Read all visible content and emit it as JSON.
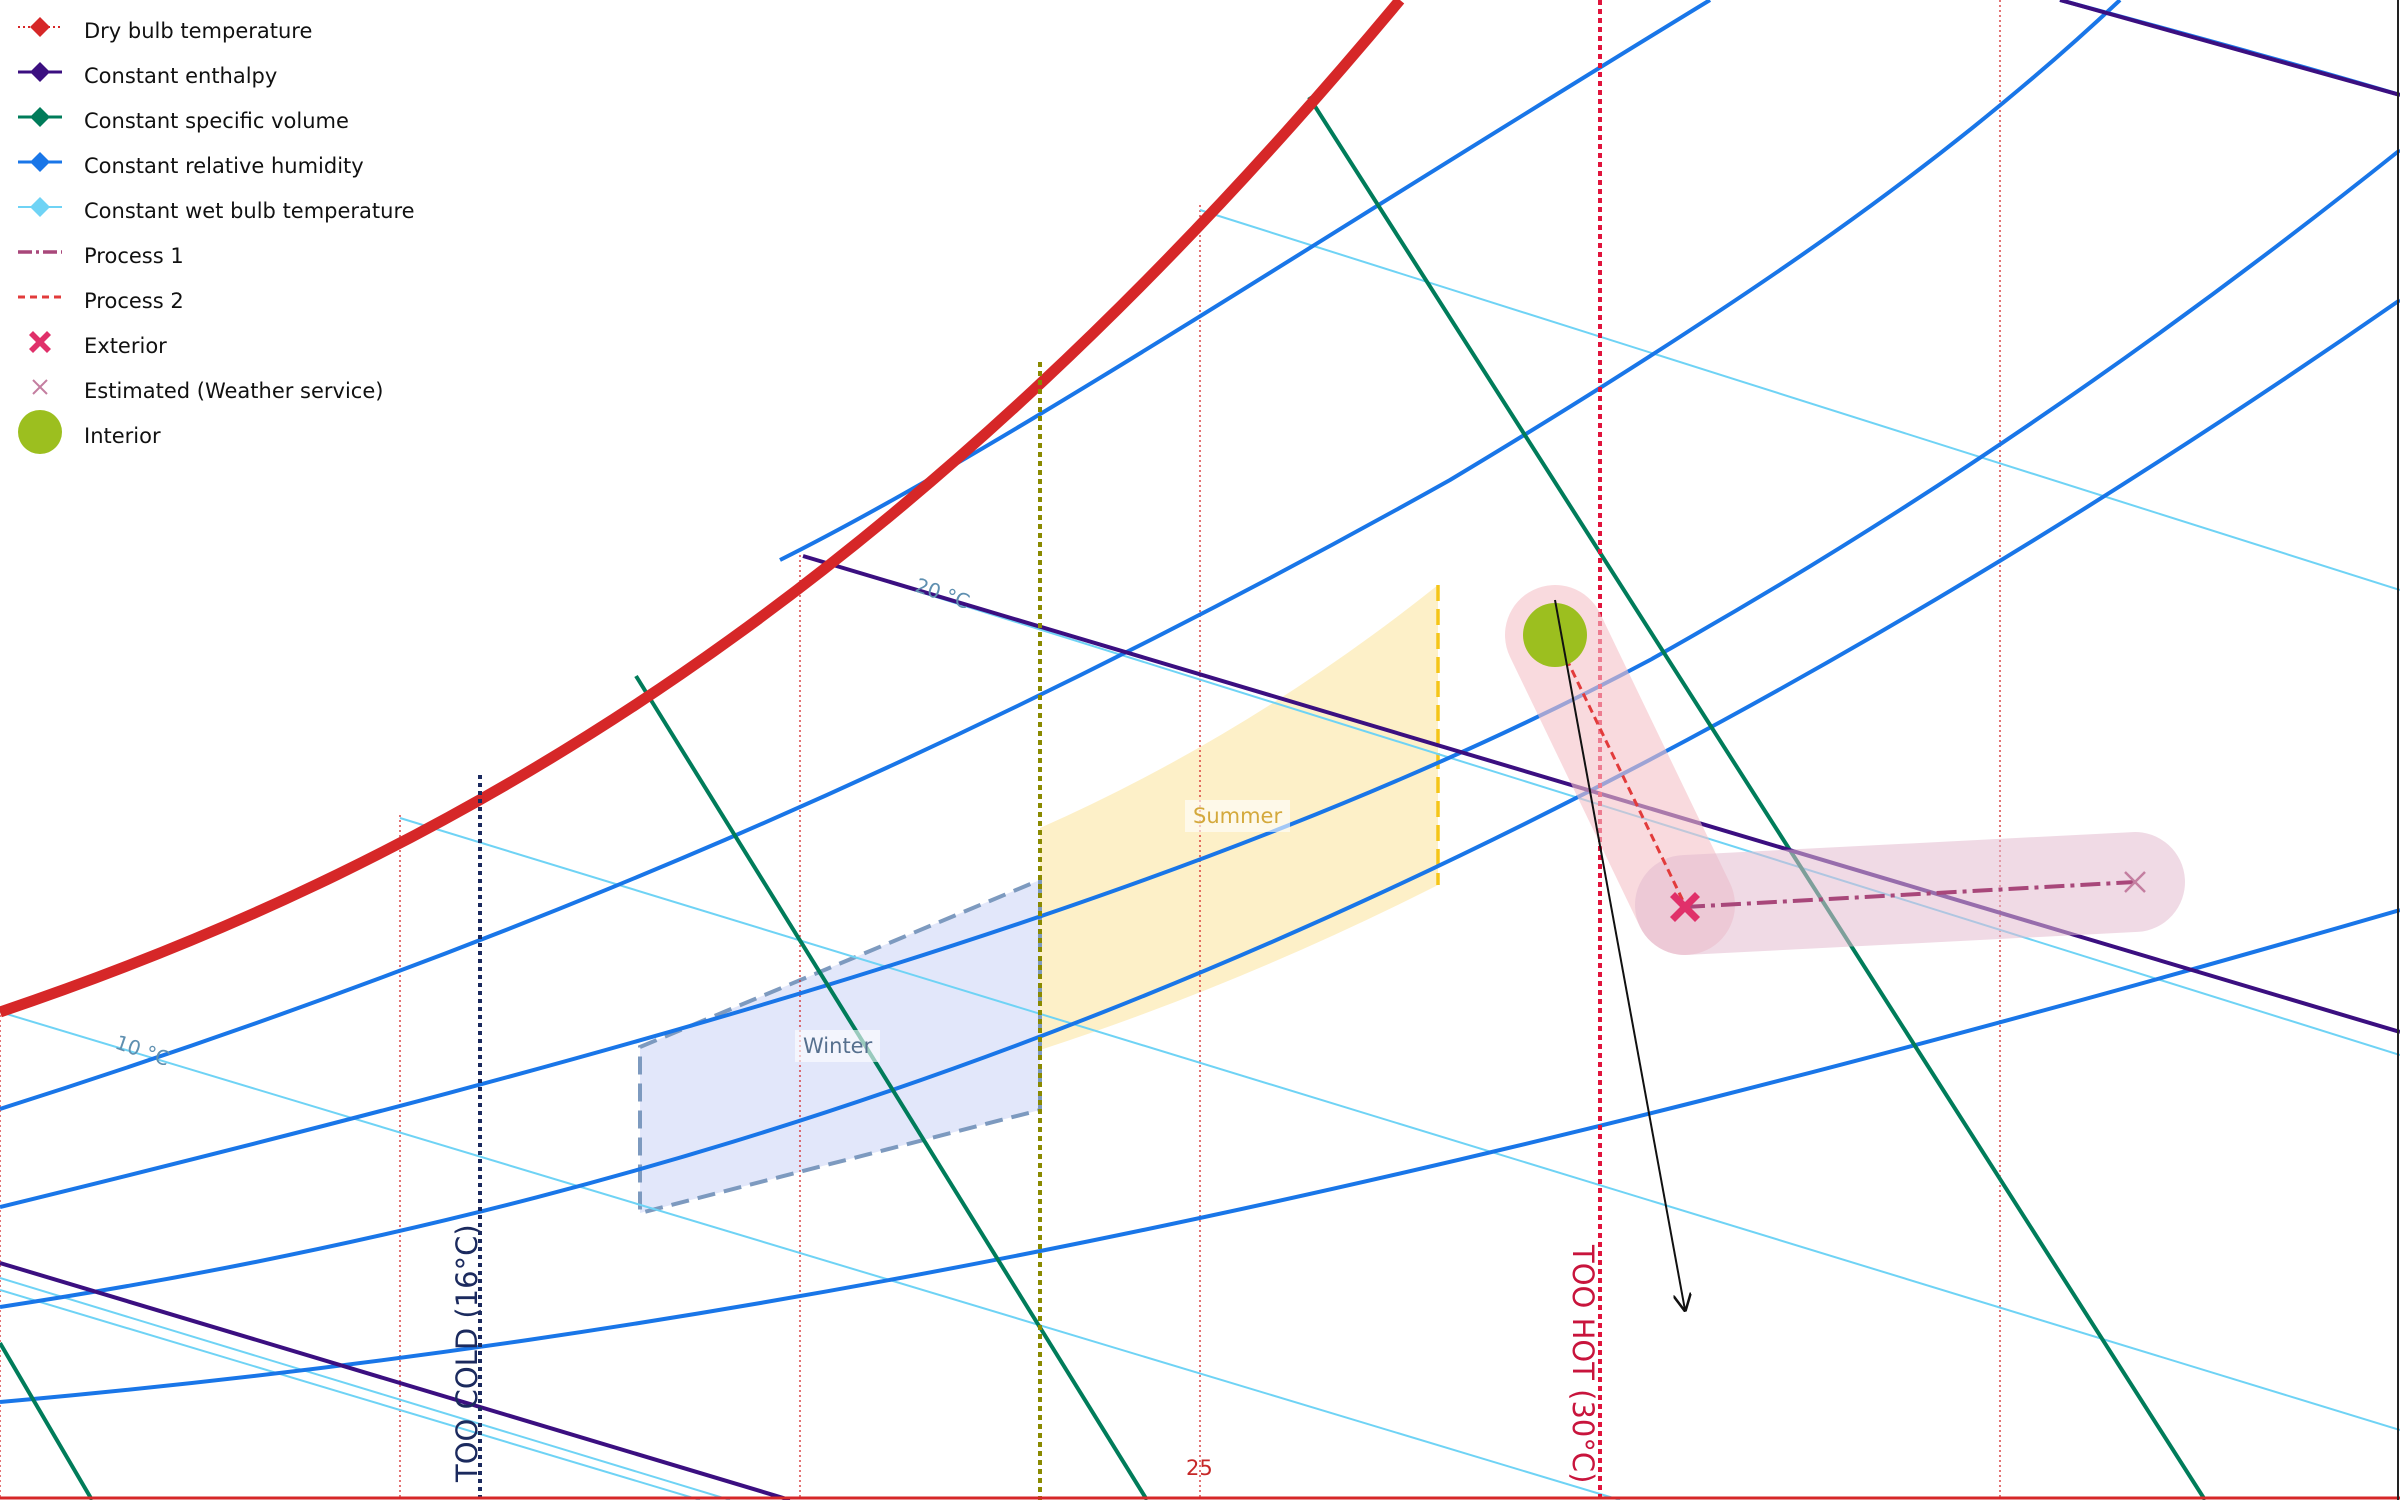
{
  "chart_data": {
    "type": "psychrometric",
    "title": "",
    "xlabel": "",
    "ylabel": "",
    "x_ticks": [
      "25"
    ],
    "legend_position": "top-left",
    "legend": [
      {
        "label": "Dry bulb temperature",
        "color": "#d62728",
        "marker": "diamond",
        "style": "dotted"
      },
      {
        "label": "Constant enthalpy",
        "color": "#3b0f80",
        "marker": "diamond",
        "style": "solid"
      },
      {
        "label": "Constant specific volume",
        "color": "#007c5a",
        "marker": "diamond",
        "style": "solid"
      },
      {
        "label": "Constant relative humidity",
        "color": "#1976e8",
        "marker": "diamond",
        "style": "solid"
      },
      {
        "label": "Constant wet bulb temperature",
        "color": "#6fd3f5",
        "marker": "diamond",
        "style": "solid"
      },
      {
        "label": "Process 1",
        "color": "#a8477a",
        "marker": "none",
        "style": "dash-dot"
      },
      {
        "label": "Process 2",
        "color": "#e23b3b",
        "marker": "none",
        "style": "dashed"
      },
      {
        "label": "Exterior",
        "color": "#e0306a",
        "marker": "bold-x",
        "style": "none"
      },
      {
        "label": "Estimated (Weather service)",
        "color": "#d07fa0",
        "marker": "x",
        "style": "none"
      },
      {
        "label": "Interior",
        "color": "#9cbf1f",
        "marker": "circle",
        "style": "none"
      }
    ],
    "zones": [
      {
        "name": "Summer",
        "color": "#fdeebf",
        "border": "#f5c518",
        "dry_bulb_range": [
          22,
          27
        ]
      },
      {
        "name": "Winter",
        "color": "#e2e7fa",
        "border": "#7d9abf",
        "dry_bulb_range": [
          18,
          22
        ]
      }
    ],
    "thresholds": [
      {
        "label": "TOO COLD (16°C)",
        "dry_bulb": 16,
        "color": "#1b2a5e"
      },
      {
        "label": "TOO HOT (30°C)",
        "dry_bulb": 30,
        "color": "#e0143c"
      }
    ],
    "isotherm_labels": [
      "10 °C",
      "20 °C"
    ],
    "points": [
      {
        "name": "Interior",
        "dry_bulb": 29.3,
        "humidity_ratio": 0.0137
      },
      {
        "name": "Exterior",
        "dry_bulb": 31.0,
        "humidity_ratio": 0.0104
      },
      {
        "name": "Estimated (Weather service)",
        "dry_bulb": 36.5,
        "humidity_ratio": 0.0105
      }
    ],
    "processes": [
      {
        "name": "Process 1",
        "from": "Exterior",
        "to": "Estimated (Weather service)"
      },
      {
        "name": "Process 2",
        "from": "Interior",
        "to": "Exterior"
      }
    ]
  }
}
